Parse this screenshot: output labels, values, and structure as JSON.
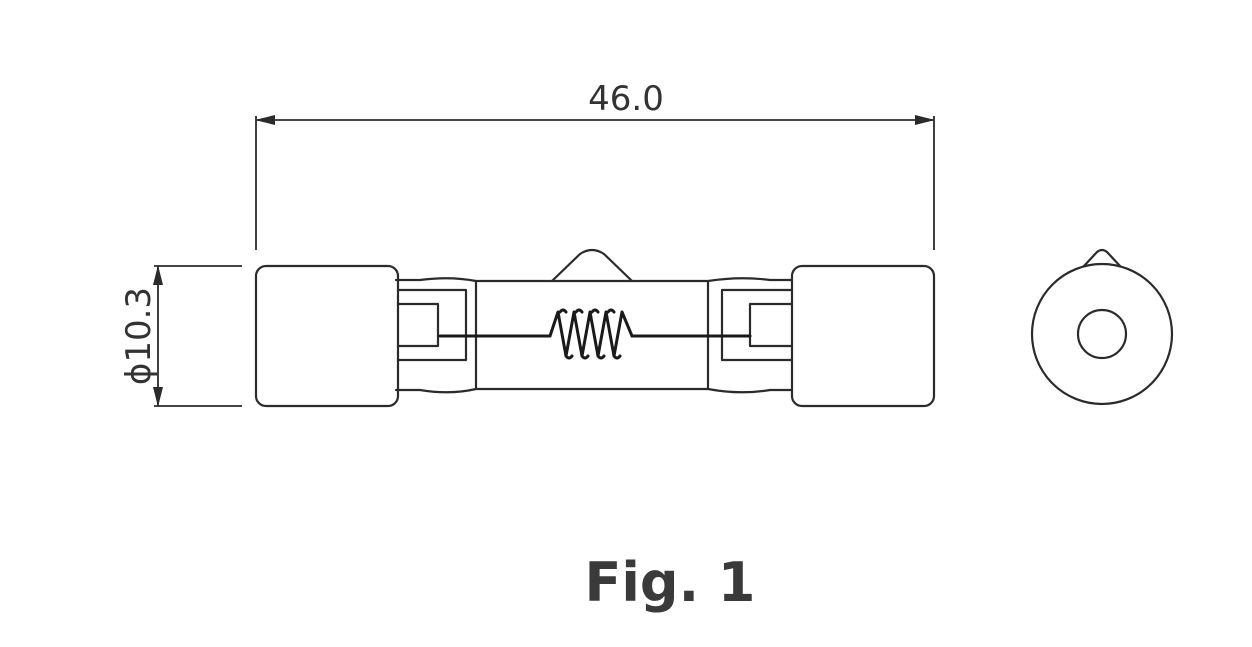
{
  "figure": {
    "caption": "Fig. 1",
    "dimensions": {
      "length_label": "46.0",
      "diameter_label": "ϕ10.3"
    },
    "colors": {
      "ink": "#2b2b2b",
      "background": "#ffffff"
    }
  }
}
